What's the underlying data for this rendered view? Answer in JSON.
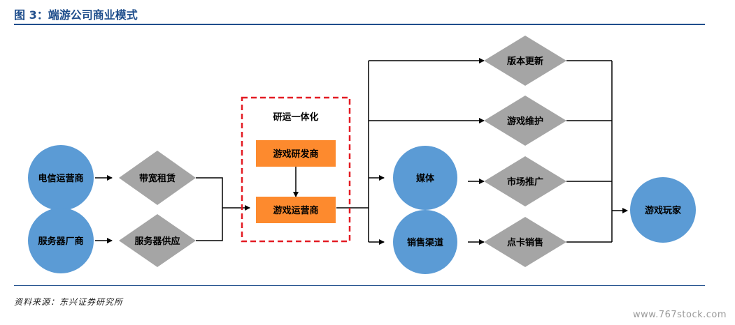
{
  "figure": {
    "title": "图 3：端游公司商业模式",
    "source": "资料来源：东兴证券研究所",
    "watermark": "www.767stock.com"
  },
  "diagram": {
    "colors": {
      "circle": "#5b9bd5",
      "diamond": "#a5a5a5",
      "orange_box": "#fd8a2e",
      "dashed_border": "#e31b23",
      "arrow": "#000000",
      "title_blue": "#1f4e8c"
    },
    "nodes": {
      "telecom": "电信运营商",
      "server_maker": "服务器厂商",
      "bandwidth_rent": "带宽租赁",
      "server_supply": "服务器供应",
      "integration_label": "研运一体化",
      "developer": "游戏研发商",
      "operator": "游戏运营商",
      "version_update": "版本更新",
      "maintenance": "游戏维护",
      "media": "媒体",
      "sales_channel": "销售渠道",
      "promotion": "市场推广",
      "card_sales": "点卡销售",
      "players": "游戏玩家"
    }
  }
}
